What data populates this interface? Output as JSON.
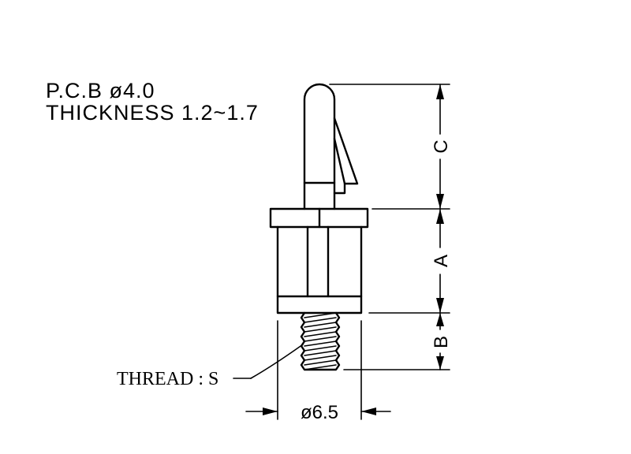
{
  "notes": {
    "pcb_hole": "P.C.B  ø4.0",
    "thickness": "THICKNESS  1.2~1.7"
  },
  "dimensions": {
    "c_label": "C",
    "a_label": "A",
    "b_label": "B",
    "diameter": "ø6.5"
  },
  "callouts": {
    "thread": "THREAD  :  S"
  }
}
